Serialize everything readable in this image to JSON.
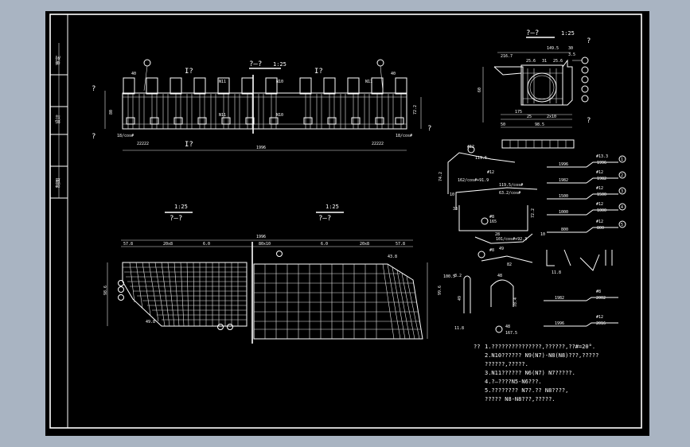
{
  "title_block": {
    "labels": [
      "审定",
      "设计",
      "制图"
    ]
  },
  "elevation": {
    "title": "?—?",
    "scale": "1:25",
    "left_section": "I?",
    "right_section": "I?",
    "bottom_section": "I?",
    "total_width": "1996",
    "dim_40_left": "40",
    "dim_40_right": "40",
    "dim_80": "80",
    "dim_722": "72.2",
    "left_label": "18/cos#",
    "right_label": "18/cos#",
    "left_bottom": "22222",
    "right_bottom": "22222",
    "rebar_tags": [
      "N11",
      "N11",
      "N10",
      "N10",
      "N11"
    ]
  },
  "plan": {
    "left_scale": "1:25",
    "left_title": "?—?",
    "right_scale": "1:25",
    "right_title": "?—?",
    "total_width": "1996",
    "dims_top": [
      "57.8",
      "20x8",
      "6.0",
      "80x10",
      "6.0",
      "20x8",
      "57.8"
    ],
    "dim_438": "43.8",
    "dim_498": "49.8",
    "left_height": "98.6",
    "right_height": "99.6",
    "dim_1005": "100.5"
  },
  "section": {
    "title": "?—?",
    "scale": "1:25",
    "dim_1495": "149.5",
    "dim_2167": "216.7",
    "dims": [
      "25.6",
      "31",
      "25.6"
    ],
    "dim_30": "30",
    "dim_35": "3.5",
    "left_dim": "60",
    "bottom_dims": [
      "175",
      "25",
      "2x10",
      "98.5",
      "50"
    ]
  },
  "rebar_details": [
    {
      "dia": "#13.3",
      "len": "1996",
      "num": "1"
    },
    {
      "dia": "#12",
      "len": "1982",
      "num": "2"
    },
    {
      "dia": "#12",
      "len": "1500",
      "num": "3"
    },
    {
      "dia": "#12",
      "len": "1000",
      "num": "4"
    },
    {
      "dia": "#12",
      "len": "800",
      "num": "5"
    }
  ],
  "bent_bars": {
    "a_dia": "#12",
    "a_len": "119.5",
    "b_dia": "#12",
    "b_len": "162/cos#+91.9",
    "c_len": "119.5/cos#",
    "d_len": "63.2/cos#",
    "d_dia": "#8",
    "d_len2": "165",
    "e_len": "101/cos#+92.3",
    "e_dia": "#8",
    "e_len2": "82",
    "dims_misc": [
      "74.2",
      "10",
      "10",
      "28",
      "49",
      "72.2",
      "33"
    ]
  },
  "stirrups": {
    "s1": "8.2",
    "s2": "49",
    "arc": "48",
    "arc2": "78.4",
    "arc3": "167.5",
    "hooks": [
      "11.8",
      "11.8"
    ],
    "bars_bottom": [
      {
        "len": "1982",
        "dia": "#8",
        "total": "2002"
      },
      {
        "len": "1996",
        "dia": "#12",
        "total": "2016"
      }
    ]
  },
  "notes": {
    "header": "??",
    "lines": [
      "1.???????????????,??????,??#=20°.",
      "2.N10?????? N9(N7)-N8(N8)???,?????",
      "  ??????,?????.",
      "3.N11?????? N6(N7) N7?????.",
      "4.?—????N5-N6???.",
      "5.???????? N7?.??   N8????,",
      "  ?????  N8-N8???,?????."
    ]
  }
}
